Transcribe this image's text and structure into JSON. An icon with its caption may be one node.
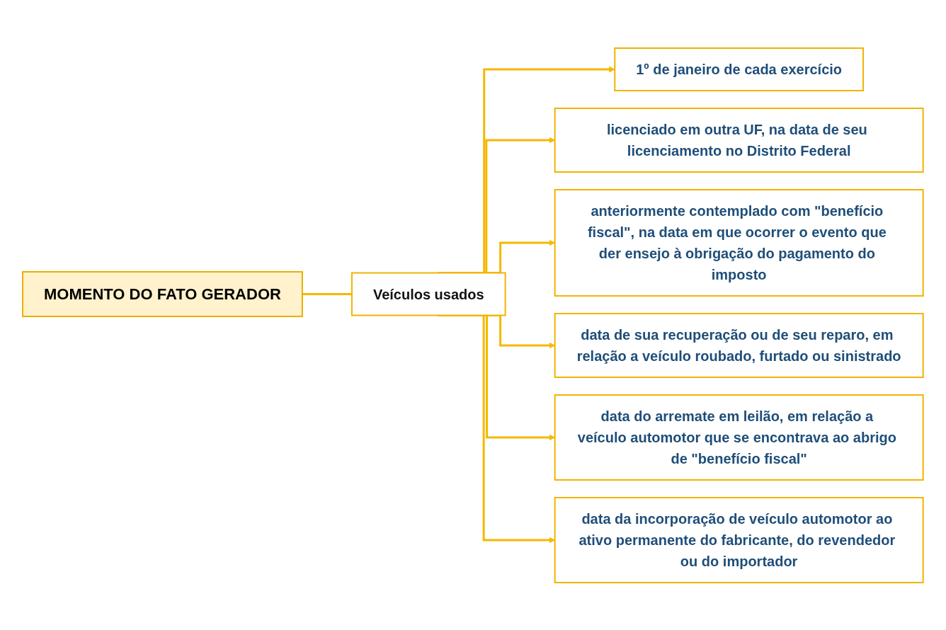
{
  "diagram": {
    "nodes": [
      {
        "text": [
          "MOMENTO DO FATO GERADOR"
        ]
      },
      {
        "text": [
          "Veículos usados"
        ]
      },
      {
        "text": [
          "1º de janeiro de cada exercício"
        ]
      },
      {
        "text": [
          "licenciado em outra UF, na data de seu licenciamento no Distrito Federal"
        ]
      },
      {
        "text": [
          "anteriormente contemplado com \"benefício fiscal\", na data em que ocorrer o evento que der ensejo à obrigação do pagamento do imposto"
        ]
      },
      {
        "text": [
          "data de sua recuperação ou de seu reparo, em relação a veículo roubado, furtado ou sinistrado"
        ]
      },
      {
        "text": [
          "data do arremate em leilão, em relação a veículo automotor que se encontrava ao abrigo de \"benefício fiscal\""
        ]
      },
      {
        "text": [
          "data da incorporação de veículo automotor ao ativo permanente do fabricante, do revendedor ou do importador"
        ]
      }
    ],
    "edges": [
      {
        "from": 0,
        "to": 1,
        "arrow": "none"
      },
      {
        "from": 1,
        "to": 2,
        "arrow": "to"
      },
      {
        "from": 1,
        "to": 3,
        "arrow": "to"
      },
      {
        "from": 1,
        "to": 4,
        "arrow": "to"
      },
      {
        "from": 1,
        "to": 5,
        "arrow": "to"
      },
      {
        "from": 1,
        "to": 6,
        "arrow": "to"
      },
      {
        "from": 1,
        "to": 7,
        "arrow": "to"
      }
    ]
  }
}
